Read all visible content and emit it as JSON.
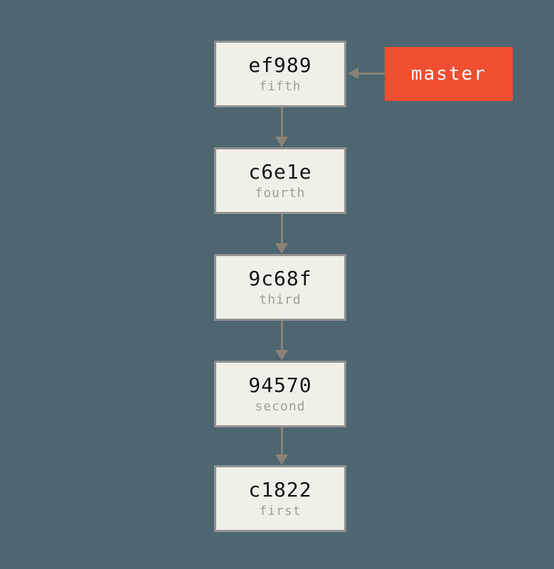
{
  "branch": {
    "name": "master",
    "points_to": "ef989"
  },
  "commits": [
    {
      "hash": "ef989",
      "message": "fifth"
    },
    {
      "hash": "c6e1e",
      "message": "fourth"
    },
    {
      "hash": "9c68f",
      "message": "third"
    },
    {
      "hash": "94570",
      "message": "second"
    },
    {
      "hash": "c1822",
      "message": "first"
    }
  ],
  "edges": [
    {
      "from": "ef989",
      "to": "c6e1e"
    },
    {
      "from": "c6e1e",
      "to": "9c68f"
    },
    {
      "from": "9c68f",
      "to": "94570"
    },
    {
      "from": "94570",
      "to": "c1822"
    },
    {
      "from": "master",
      "to": "ef989"
    }
  ],
  "colors": {
    "background": "#4d6670",
    "box-fill": "#f0efe8",
    "box-border": "#919191",
    "hash-text": "#161616",
    "message-text": "#a1a19c",
    "branch-fill": "#f14e32",
    "branch-text": "#ffffff",
    "arrow": "#8b8178"
  }
}
